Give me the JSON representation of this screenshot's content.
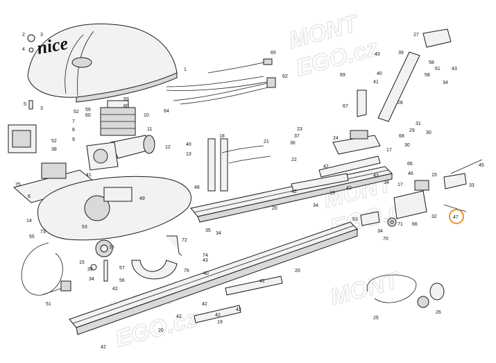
{
  "watermark": {
    "line1": "MONT",
    "line2": "EGO.cz"
  },
  "logo_text": "nice",
  "highlight_color": "#e8922a",
  "callouts": [
    {
      "id": "c1",
      "label": "1"
    },
    {
      "id": "c2",
      "label": "2"
    },
    {
      "id": "c3a",
      "label": "3"
    },
    {
      "id": "c3b",
      "label": "3"
    },
    {
      "id": "c4",
      "label": "4"
    },
    {
      "id": "c5",
      "label": "5"
    },
    {
      "id": "c6",
      "label": "6"
    },
    {
      "id": "c7",
      "label": "7"
    },
    {
      "id": "c8",
      "label": "8"
    },
    {
      "id": "c9",
      "label": "9"
    },
    {
      "id": "c10",
      "label": "10"
    },
    {
      "id": "c11",
      "label": "11"
    },
    {
      "id": "c12",
      "label": "12"
    },
    {
      "id": "c13",
      "label": "13"
    },
    {
      "id": "c14",
      "label": "14"
    },
    {
      "id": "c15",
      "label": "15"
    },
    {
      "id": "c15b",
      "label": "15"
    },
    {
      "id": "c16",
      "label": "16"
    },
    {
      "id": "c17a",
      "label": "17"
    },
    {
      "id": "c17b",
      "label": "17"
    },
    {
      "id": "c18",
      "label": "18"
    },
    {
      "id": "c19a",
      "label": "19"
    },
    {
      "id": "c19b",
      "label": "19"
    },
    {
      "id": "c20a",
      "label": "20"
    },
    {
      "id": "c20b",
      "label": "20"
    },
    {
      "id": "c20c",
      "label": "20"
    },
    {
      "id": "c21",
      "label": "21"
    },
    {
      "id": "c22",
      "label": "22"
    },
    {
      "id": "c23",
      "label": "23"
    },
    {
      "id": "c24",
      "label": "24"
    },
    {
      "id": "c25",
      "label": "25"
    },
    {
      "id": "c26",
      "label": "26"
    },
    {
      "id": "c27",
      "label": "27"
    },
    {
      "id": "c28",
      "label": "28"
    },
    {
      "id": "c29",
      "label": "29"
    },
    {
      "id": "c30a",
      "label": "30"
    },
    {
      "id": "c30b",
      "label": "30"
    },
    {
      "id": "c31",
      "label": "31"
    },
    {
      "id": "c32",
      "label": "32"
    },
    {
      "id": "c33",
      "label": "33"
    },
    {
      "id": "c34a",
      "label": "34"
    },
    {
      "id": "c34b",
      "label": "34"
    },
    {
      "id": "c34c",
      "label": "34"
    },
    {
      "id": "c34d",
      "label": "34"
    },
    {
      "id": "c34e",
      "label": "34"
    },
    {
      "id": "c34f",
      "label": "34"
    },
    {
      "id": "c35",
      "label": "35"
    },
    {
      "id": "c36",
      "label": "36"
    },
    {
      "id": "c37",
      "label": "37"
    },
    {
      "id": "c38",
      "label": "38"
    },
    {
      "id": "c39a",
      "label": "39"
    },
    {
      "id": "c39b",
      "label": "39"
    },
    {
      "id": "c40a",
      "label": "40"
    },
    {
      "id": "c40b",
      "label": "40"
    },
    {
      "id": "c40c",
      "label": "40"
    },
    {
      "id": "c41a",
      "label": "41"
    },
    {
      "id": "c41b",
      "label": "41"
    },
    {
      "id": "c42a",
      "label": "42"
    },
    {
      "id": "c42b",
      "label": "42"
    },
    {
      "id": "c42c",
      "label": "42"
    },
    {
      "id": "c42d",
      "label": "42"
    },
    {
      "id": "c42e",
      "label": "42"
    },
    {
      "id": "c42f",
      "label": "42"
    },
    {
      "id": "c42g",
      "label": "42"
    },
    {
      "id": "c42h",
      "label": "42"
    },
    {
      "id": "c42i",
      "label": "42"
    },
    {
      "id": "c42j",
      "label": "42"
    },
    {
      "id": "c43a",
      "label": "43"
    },
    {
      "id": "c43b",
      "label": "43"
    },
    {
      "id": "c43c",
      "label": "43"
    },
    {
      "id": "c43d",
      "label": "43"
    },
    {
      "id": "c45",
      "label": "45"
    },
    {
      "id": "c46",
      "label": "46"
    },
    {
      "id": "c47",
      "label": "47"
    },
    {
      "id": "c48",
      "label": "48"
    },
    {
      "id": "c49",
      "label": "49"
    },
    {
      "id": "c51",
      "label": "51"
    },
    {
      "id": "c52a",
      "label": "52"
    },
    {
      "id": "c52b",
      "label": "52"
    },
    {
      "id": "c53",
      "label": "53"
    },
    {
      "id": "c55",
      "label": "55"
    },
    {
      "id": "c56",
      "label": "56"
    },
    {
      "id": "c57",
      "label": "57"
    },
    {
      "id": "c58a",
      "label": "58"
    },
    {
      "id": "c58b",
      "label": "58"
    },
    {
      "id": "c59a",
      "label": "59"
    },
    {
      "id": "c59b",
      "label": "59"
    },
    {
      "id": "c60a",
      "label": "60"
    },
    {
      "id": "c60b",
      "label": "60"
    },
    {
      "id": "c61",
      "label": "61"
    },
    {
      "id": "c62",
      "label": "62"
    },
    {
      "id": "c63",
      "label": "63"
    },
    {
      "id": "c64",
      "label": "64"
    },
    {
      "id": "c65",
      "label": "65"
    },
    {
      "id": "c66a",
      "label": "66"
    },
    {
      "id": "c66b",
      "label": "66"
    },
    {
      "id": "c67",
      "label": "67"
    },
    {
      "id": "c68",
      "label": "68"
    },
    {
      "id": "c69",
      "label": "69"
    },
    {
      "id": "c70",
      "label": "70"
    },
    {
      "id": "c71",
      "label": "71"
    },
    {
      "id": "c72",
      "label": "72"
    },
    {
      "id": "c73",
      "label": "73"
    },
    {
      "id": "c74",
      "label": "74"
    },
    {
      "id": "c75",
      "label": "75"
    },
    {
      "id": "c76",
      "label": "76"
    }
  ]
}
